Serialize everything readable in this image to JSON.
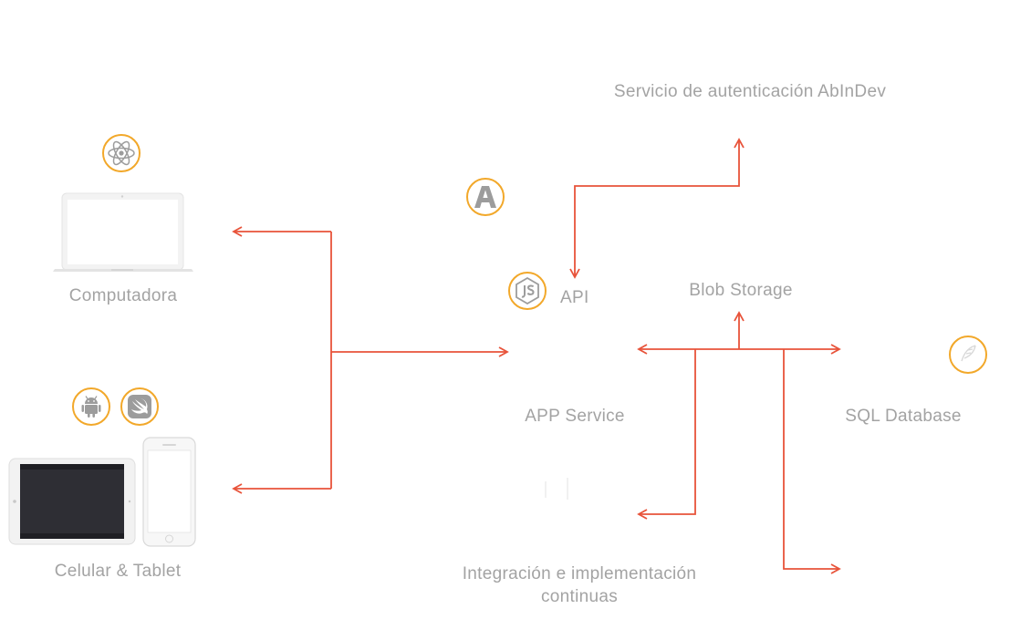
{
  "colors": {
    "connector": "#e8533a",
    "badge_ring": "#f2a82a",
    "label_text": "#a3a3a3",
    "icon_gray": "#9c9c9c"
  },
  "nodes": {
    "auth_service": {
      "label": "Servicio de autenticación AbInDev"
    },
    "computer": {
      "label": "Computadora",
      "badge_icon": "react-icon"
    },
    "mobile": {
      "label": "Celular & Tablet",
      "badge_icons": [
        "android-icon",
        "swift-icon"
      ]
    },
    "api": {
      "label": "API",
      "badge_icon": "nodejs-icon"
    },
    "app_service": {
      "label": "APP Service",
      "badge_icon": "angular-icon"
    },
    "blob_storage": {
      "label": "Blob Storage"
    },
    "sql_database": {
      "label": "SQL Database",
      "badge_icon": "quill-icon"
    },
    "ci_cd": {
      "label": "Integración e implementación continuas"
    }
  }
}
